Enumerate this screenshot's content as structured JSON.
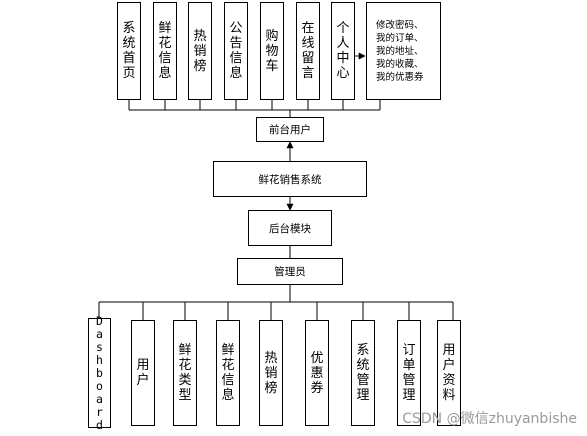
{
  "top_modules": [
    "系统首页",
    "鲜花信息",
    "热销榜",
    "公告信息",
    "购物车",
    "在线留言",
    "个人中心"
  ],
  "personal_center_items": [
    "修改密码、",
    "我的订单、",
    "我的地址、",
    "我的收藏、",
    "我的优惠券"
  ],
  "frontend_user": "前台用户",
  "system_name": "鲜花销售系统",
  "backend_module": "后台模块",
  "admin": "管理员",
  "bottom_modules": [
    "Dashboard",
    "用户",
    "鲜花类型",
    "鲜花信息",
    "热销榜",
    "优惠券",
    "系统管理",
    "订单管理",
    "用户资料"
  ],
  "watermark": "CSDN @微信zhuyanbishe"
}
